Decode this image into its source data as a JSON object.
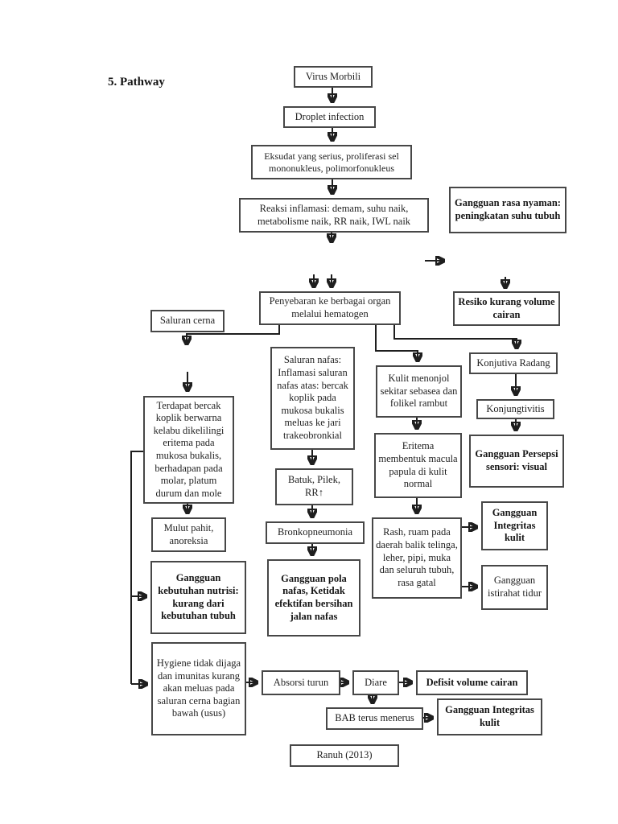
{
  "page": {
    "heading": "5. Pathway",
    "citation": "Ranuh (2013)"
  },
  "colors": {
    "background": "#ffffff",
    "box_border": "#474747",
    "line": "#1e1e1e",
    "text": "#1f1f1f"
  },
  "nodes": {
    "virus_morbili": "Virus Morbili",
    "droplet_infection": "Droplet infection",
    "eksudat": "Eksudat yang serius, proliferasi sel mononukleus, polimorfonukleus",
    "reaksi_inflamasi": "Reaksi inflamasi: demam, suhu naik, metabolisme naik, RR naik, IWL naik",
    "gangguan_rasa_nyaman": "Gangguan rasa nyaman: peningkatan suhu tubuh",
    "penyebaran": "Penyebaran ke berbagai organ melalui hematogen",
    "resiko_kurang_volume": "Resiko kurang volume cairan",
    "saluran_cerna": "Saluran cerna",
    "saluran_nafas": "Saluran nafas: Inflamasi saluran nafas atas: bercak koplik pada mukosa bukalis meluas ke jari trakeobronkial",
    "kulit_menonjol": "Kulit menonjol sekitar sebasea dan folikel rambut",
    "konjutiva_radang": "Konjutiva Radang",
    "konjungtivitis": "Konjungtivitis",
    "gangguan_persepsi": "Gangguan Persepsi sensori: visual",
    "terdapat_bercak": "Terdapat bercak koplik berwarna kelabu dikelilingi eritema pada mukosa bukalis, berhadapan pada molar, platum durum dan mole",
    "mulut_pahit": "Mulut pahit, anoreksia",
    "gangguan_nutrisi": "Gangguan kebutuhan nutrisi: kurang dari kebutuhan tubuh",
    "hygiene": "Hygiene tidak dijaga dan imunitas kurang akan meluas pada saluran cerna bagian bawah (usus)",
    "batuk_pilek": "Batuk, Pilek, RR↑",
    "bronkopneumonia": "Bronkopneumonia",
    "gangguan_pola_nafas": "Gangguan pola nafas, Ketidak efektifan bersihan jalan nafas",
    "eritema": "Eritema membentuk macula papula di kulit normal",
    "rash": "Rash, ruam pada daerah balik telinga, leher, pipi, muka dan seluruh tubuh, rasa gatal",
    "gangguan_integritas_kulit_1": "Gangguan Integritas kulit",
    "gangguan_istirahat": "Gangguan istirahat tidur",
    "absorsi_turun": "Absorsi turun",
    "diare": "Diare",
    "defisit_volume": "Defisit volume cairan",
    "bab_terus_menerus": "BAB terus menerus",
    "gangguan_integritas_kulit_2": "Gangguan Integritas kulit"
  }
}
